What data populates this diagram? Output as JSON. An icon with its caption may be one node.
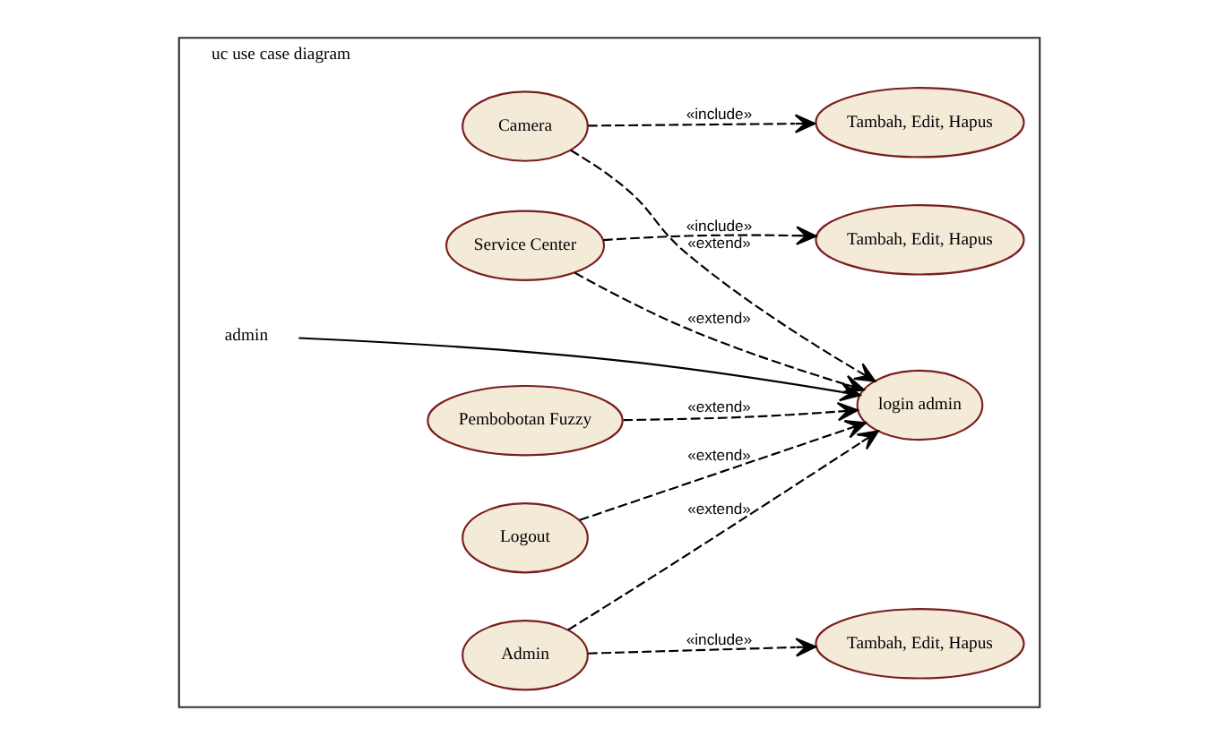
{
  "diagram": {
    "nodes": [
      {
        "text": [
          "uc use case diagram"
        ]
      },
      {
        "text": [
          "admin"
        ],
        "in": 0
      },
      {
        "text": [
          "login admin"
        ],
        "in": 0
      },
      {
        "text": [
          "Camera"
        ],
        "in": 0
      },
      {
        "text": [
          "Service Center"
        ],
        "in": 0
      },
      {
        "text": [
          "Pembobotan Fuzzy"
        ],
        "in": 0
      },
      {
        "text": [
          "Admin"
        ],
        "in": 0
      },
      {
        "text": [
          "Logout"
        ],
        "in": 0
      },
      {
        "text": [
          "Tambah, Edit, Hapus"
        ],
        "in": 0
      },
      {
        "text": [
          "Tambah, Edit, Hapus"
        ],
        "in": 0
      },
      {
        "text": [
          "Tambah, Edit, Hapus"
        ],
        "in": 0
      }
    ],
    "edges": [
      {
        "from": 1,
        "to": 2,
        "arrow": "to"
      },
      {
        "from": 3,
        "to": 2,
        "arrow": "to",
        "style": "dashed",
        "label": "«extend»"
      },
      {
        "from": 4,
        "to": 2,
        "arrow": "to",
        "style": "dashed",
        "label": "«extend»"
      },
      {
        "from": 5,
        "to": 2,
        "arrow": "to",
        "style": "dashed",
        "label": "«extend»"
      },
      {
        "from": 6,
        "to": 2,
        "arrow": "to",
        "style": "dashed",
        "label": "«extend»"
      },
      {
        "from": 7,
        "to": 2,
        "arrow": "to",
        "style": "dashed",
        "label": "«extend»"
      },
      {
        "from": 3,
        "to": 8,
        "arrow": "to",
        "style": "dashed",
        "label": "«include»"
      },
      {
        "from": 4,
        "to": 9,
        "arrow": "to",
        "style": "dashed",
        "label": "«include»"
      },
      {
        "from": 6,
        "to": 10,
        "arrow": "to",
        "style": "dashed",
        "label": "«include»"
      }
    ]
  }
}
